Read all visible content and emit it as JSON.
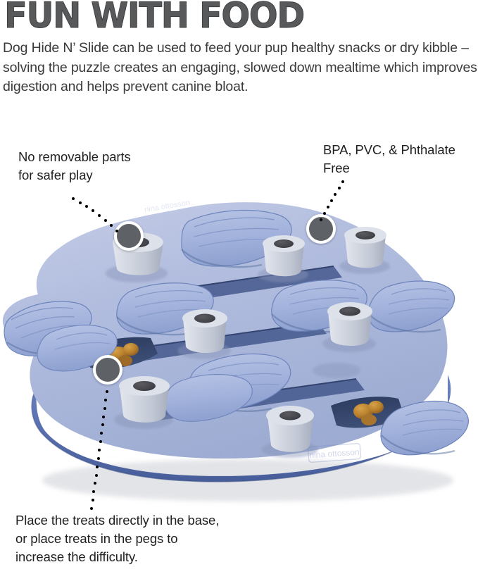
{
  "header": {
    "title": "FUN WITH FOOD",
    "description": "Dog Hide N’ Slide can be used to feed your pup healthy snacks or dry kibble – solving the puzzle creates an engaging, slowed down mealtime which improves digestion and helps prevent canine bloat."
  },
  "callouts": [
    {
      "id": "no-removable",
      "text": "No removable parts for safer play",
      "marker": "marker-a"
    },
    {
      "id": "bpa-free",
      "text": "BPA, PVC, & Phthalate Free",
      "marker": "marker-b"
    },
    {
      "id": "place-treats",
      "text": "Place the treats directly in the base, or place treats in the pegs to increase the difficulty.",
      "marker": "marker-c"
    }
  ],
  "product": {
    "name": "Dog Hide N’ Slide puzzle toy",
    "brand_emboss": "nina ottosson",
    "peg_count": 8,
    "slider_count": 8,
    "treat_wells": 2
  },
  "colors": {
    "headline": "#58595b",
    "body_text": "#3a3a3c",
    "callout_text": "#1f1f21",
    "leader_dot": "#000000",
    "marker_fill": "#5e6166",
    "marker_ring": "#ffffff",
    "base_top": "#aebbe0",
    "base_top_light": "#c2cce8",
    "base_side": "#5f78b4",
    "base_side_dark": "#4c63a0",
    "slider_fill": "#9fb0da",
    "slider_edge": "#5d74ae",
    "peg_body": "#ccd0da",
    "peg_body_shade": "#aeb4c2",
    "peg_top": "#46464a",
    "well_dark": "#2e3c60",
    "treat_gold": "#c08b33",
    "treat_brown": "#8a5c22",
    "background": "#ffffff"
  }
}
